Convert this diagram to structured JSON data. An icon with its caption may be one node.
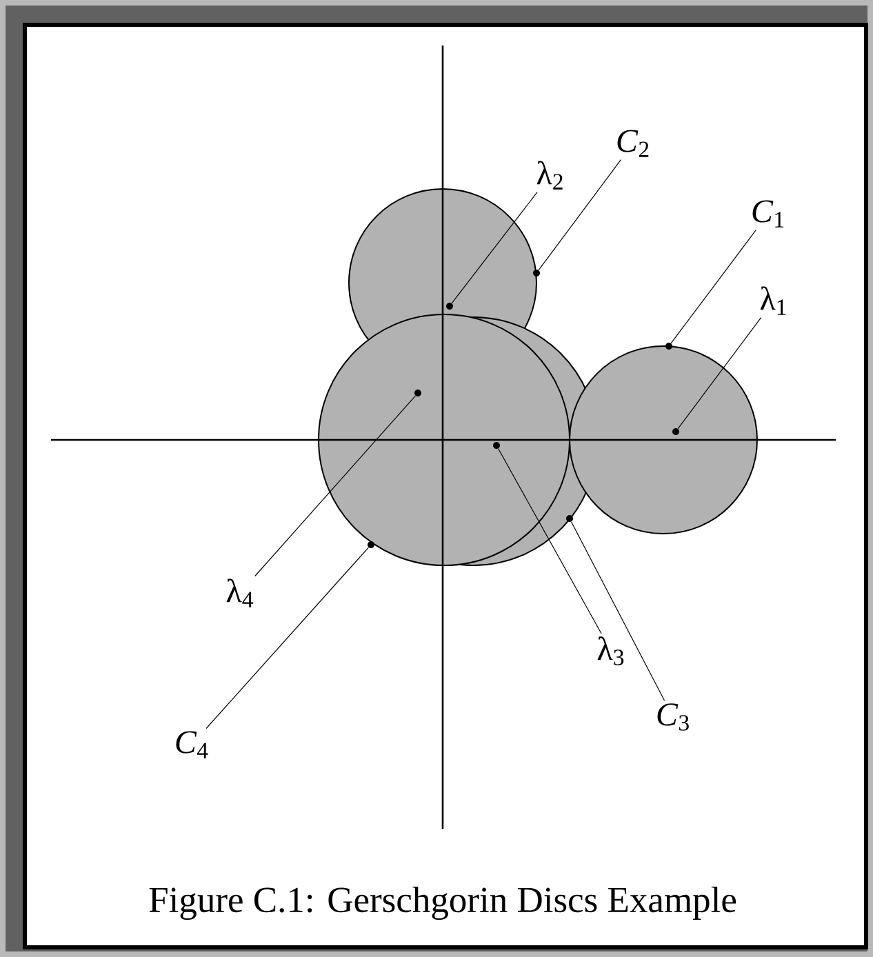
{
  "diagram": {
    "caption": "Figure C.1: Gerschgorin Discs Example",
    "nodes": [
      {
        "text": [
          "*C*$_{2}$"
        ]
      },
      {
        "text": [
          "λ$_{2}$"
        ]
      },
      {
        "text": [
          "*C*$_{1}$"
        ]
      },
      {
        "text": [
          "λ$_{1}$"
        ]
      },
      {
        "text": [
          "λ$_{4}$"
        ]
      },
      {
        "text": [
          "λ$_{3}$"
        ]
      },
      {
        "text": [
          "*C*$_{3}$"
        ]
      },
      {
        "text": [
          "*C*$_{4}$"
        ]
      },
      {
        "text": [],
        "shape": "dot"
      },
      {
        "text": [],
        "shape": "dot"
      },
      {
        "text": [],
        "shape": "dot"
      },
      {
        "text": [],
        "shape": "dot"
      },
      {
        "text": [],
        "shape": "dot"
      },
      {
        "text": [],
        "shape": "dot"
      },
      {
        "text": [],
        "shape": "dot"
      },
      {
        "text": [],
        "shape": "dot"
      }
    ],
    "edges": [
      {
        "from": 0,
        "to": 8,
        "arrow": "none"
      },
      {
        "from": 1,
        "to": 9,
        "arrow": "none"
      },
      {
        "from": 2,
        "to": 10,
        "arrow": "none"
      },
      {
        "from": 3,
        "to": 11,
        "arrow": "none"
      },
      {
        "from": 4,
        "to": 12,
        "arrow": "none"
      },
      {
        "from": 5,
        "to": 13,
        "arrow": "none"
      },
      {
        "from": 6,
        "to": 14,
        "arrow": "none"
      },
      {
        "from": 7,
        "to": 15,
        "arrow": "none"
      }
    ]
  }
}
